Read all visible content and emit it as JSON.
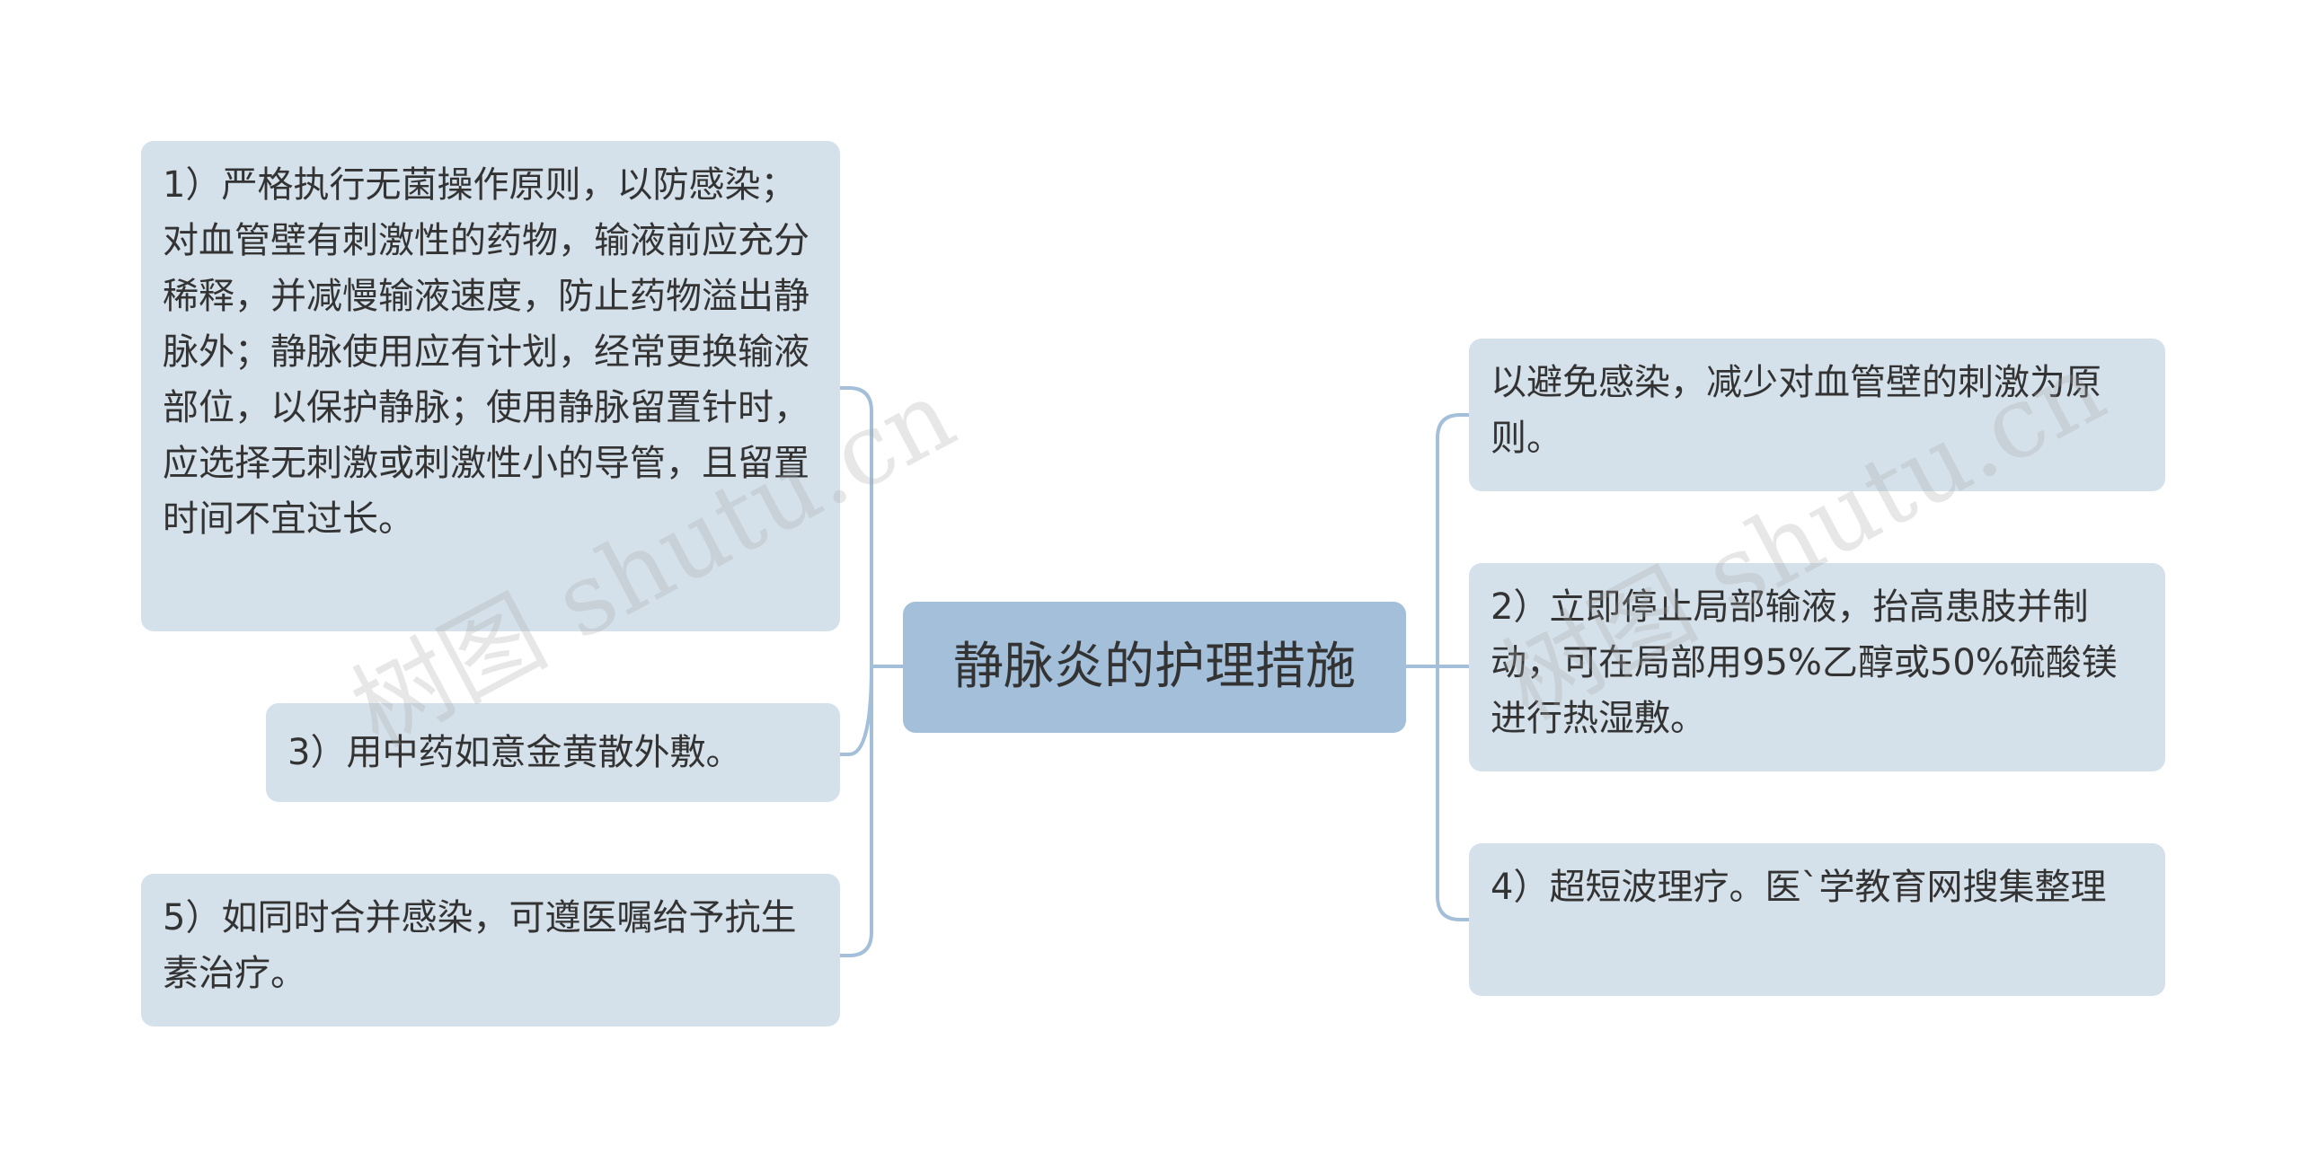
{
  "center": {
    "label": "静脉炎的护理措施"
  },
  "left_nodes": [
    {
      "text": "1）严格执行无菌操作原则，以防感染；对血管壁有刺激性的药物，输液前应充分稀释，并减慢输液速度，防止药物溢出静脉外；静脉使用应有计划，经常更换输液部位，以保护静脉；使用静脉留置针时，应选择无刺激或刺激性小的导管，且留置时间不宜过长。"
    },
    {
      "text": "3）用中药如意金黄散外敷。"
    },
    {
      "text": "5）如同时合并感染，可遵医嘱给予抗生素治疗。"
    }
  ],
  "right_nodes": [
    {
      "text": "以避免感染，减少对血管壁的刺激为原则。"
    },
    {
      "text": "2）立即停止局部输液，抬高患肢并制动，可在局部用95%乙醇或50%硫酸镁进行热湿敷。"
    },
    {
      "text": "4）超短波理疗。医`学教育网搜集整理"
    }
  ],
  "watermarks": [
    "树图 shutu.cn",
    "树图 shutu.cn"
  ],
  "colors": {
    "center_fill": "#a3bfd9",
    "node_fill": "#d5e1ea",
    "connector": "#a3bfd9",
    "text": "#333333"
  }
}
